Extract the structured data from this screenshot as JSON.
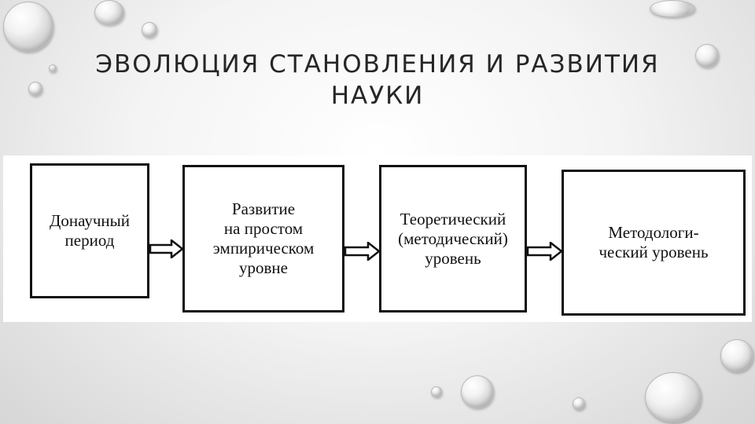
{
  "slide": {
    "title_line1": "ЭВОЛЮЦИЯ СТАНОВЛЕНИЯ И РАЗВИТИЯ",
    "title_line2": "НАУКИ"
  },
  "diagram": {
    "stages": [
      "Донаучный\nпериод",
      "Развитие\nна простом\nэмпирическом\nуровне",
      "Теоретический\n(методический)\nуровень",
      "Методологи-\nческий уровень"
    ]
  },
  "colors": {
    "background": "#f4f4f4",
    "box_border": "#111111",
    "title_text": "#262626"
  },
  "icons": {
    "connector": "double-arrow-right-icon",
    "decoration": "water-drop-icon"
  }
}
